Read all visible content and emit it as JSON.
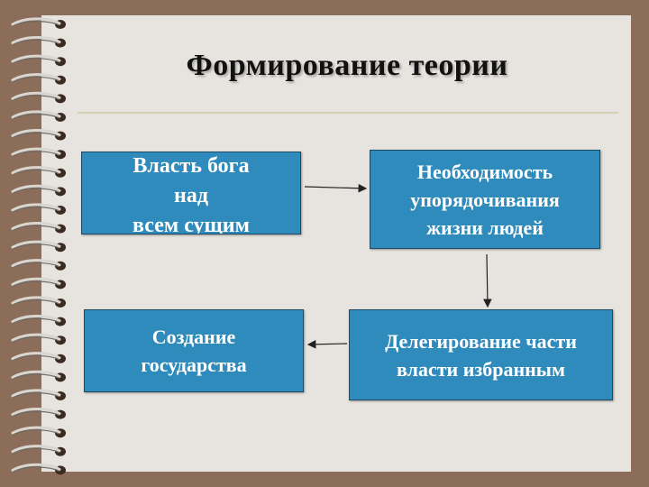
{
  "title": "Формирование теории",
  "boxes": {
    "power_of_god": "Власть бога\nнад\nвсем сущим",
    "need_order": "Необходимость\nупорядочивания\nжизни людей",
    "delegation": "Делегирование части\nвласти избранным",
    "state_creation": "Создание\nгосударства"
  },
  "colors": {
    "box_fill": "#2f8bbb",
    "background": "#8c6d5a",
    "page": "#e7e3df"
  },
  "icons": [
    "spiral-binding-icon"
  ]
}
